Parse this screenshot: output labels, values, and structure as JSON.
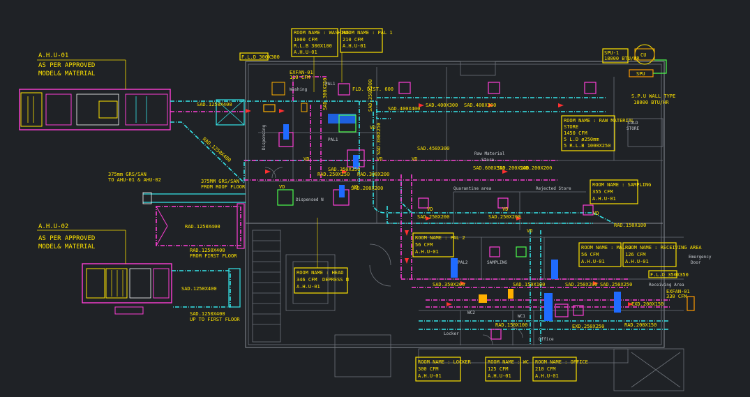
{
  "ahu_blocks": [
    {
      "id": "ahu1",
      "title": "A.H.U-01",
      "lines": [
        "AS PER APPROVED",
        "MODEL& MATERIAL"
      ]
    },
    {
      "id": "ahu2",
      "title": "A.H.U-02",
      "lines": [
        "AS PER APPROVED",
        "MODEL& MATERIAL"
      ]
    }
  ],
  "room_labels": [
    {
      "id": "washing",
      "lines": [
        "ROOM NAME : WASHING",
        "1000 CFM",
        "R.L.B 300X100",
        "A.H.U-01"
      ]
    },
    {
      "id": "pal1",
      "lines": [
        "ROOM NAME : PAL 1",
        "210 CFM",
        "A.H.U-01"
      ]
    },
    {
      "id": "rawmaterial",
      "lines": [
        "ROOM NAME : RAW MATERIAL",
        "STORE",
        "1450 CFM",
        "5 L.D ø250mm",
        "5 R.L.B 1000X250"
      ]
    },
    {
      "id": "sampling",
      "lines": [
        "ROOM NAME : SAMPLING",
        "355 CFM",
        "A.H.U-01"
      ]
    },
    {
      "id": "pal2",
      "lines": [
        "ROOM NAME : PAL 2",
        "56 CFM",
        "A.H.U-01"
      ]
    },
    {
      "id": "mal2",
      "lines": [
        "ROOM NAME : MAL 2",
        "56 CFM",
        "A.H.U-01"
      ]
    },
    {
      "id": "receiving",
      "lines": [
        "ROOM NAME : RECEIVING AREA",
        "126 CFM",
        "A.H.U-01"
      ]
    },
    {
      "id": "head",
      "lines": [
        "ROOM NAME : HEAD",
        "346 CFM",
        "A.H.U-01"
      ]
    },
    {
      "id": "locker",
      "lines": [
        "ROOM NAME : LOCKER",
        "300 CFM",
        "A.H.U-01"
      ]
    },
    {
      "id": "wc",
      "lines": [
        "ROOM NAME : WC",
        "125 CFM",
        "A.H.U-01"
      ]
    },
    {
      "id": "office",
      "lines": [
        "ROOM NAME : OFFICE",
        "210 CFM",
        "A.H.U-01"
      ]
    }
  ],
  "tags": {
    "spu1": "SPU-1",
    "spu1_sub": "18000 BTU/HR",
    "cu": "CU",
    "spu_label": "SPU",
    "spu_wall": "S.P.U WALL TYPE",
    "spu_wall_sub": "18000 BTU/HR",
    "fld": "F.L.D 300X300",
    "exfan1": "EXFAN-01",
    "exfan1_cfm": "110 CFM",
    "exfan2": "EXFAN-01",
    "exfan2_cfm": "330 CFM",
    "fld2": "F.L.D 350X350",
    "depress": "DEPRESS N",
    "fld_dist": "FLD. DIST. 600"
  },
  "text_notes": {
    "from_ahu1": "375mm GRS/SAN",
    "from_ahu1b": "TO AHU-01 & AHU-02",
    "from_roof": "375MM GRS/SAN",
    "from_roof_b": "FROM ROOF FLOOR",
    "ra1250": "RAD.1250X400",
    "ra1250b": "RAD.1250X400",
    "from_first": "FROM FIRST FLOOR",
    "sa1250": "SAD.1250X400",
    "sa1250b": "SAD.1250X400",
    "up_first": "UP TO FIRST FLOOR",
    "sa_main": "SAD.1250X400",
    "ra_diag": "RAD.1250X400"
  },
  "room_names": {
    "washing": "Washing",
    "pal1": "PAL1",
    "pal1b": "PAL1",
    "dispensing": "Dispensing",
    "raw": "Raw Material",
    "raw2": "Store",
    "cold": "COLD",
    "cold2": "STORE",
    "quarantine": "Quarantine area",
    "rejected": "Rejected Store",
    "pal2": "PAL2",
    "sampling": "SAMPLING",
    "receiving": "Receiving Area",
    "emergency": "Emergency",
    "emergency2": "Door",
    "locker": "Locker",
    "wc1": "WC2",
    "wc2": "WC1",
    "office": "Office",
    "dispensed": "Dispensed N"
  },
  "duct_sizes": [
    "SAD.400X300",
    "SAD.400X300",
    "SAD.300X250",
    "SAD.350X300",
    "SAD.400X400",
    "SAD.350X350",
    "SAD.300X250",
    "SAD.200X200",
    "SAD.450X300",
    "SAD.200X200",
    "RAD.250X250",
    "RAD.300X200",
    "SAD.600X350",
    "SAD.200X200",
    "SAD.250X200",
    "SAD.250X200",
    "SAD.350X200",
    "SAD.150X100",
    "SAD.250X200",
    "RAD.150X100",
    "RAD.150X100",
    "RAD.200X150",
    "EXD.200X150",
    "EXD.250X250",
    "SAD.250X250"
  ],
  "vd": "VD"
}
